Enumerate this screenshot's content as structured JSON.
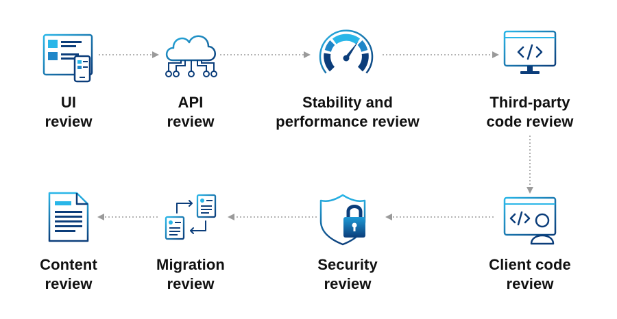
{
  "colors": {
    "icon_light": "#29b6e8",
    "icon_dark": "#0b3d7a",
    "arrow": "#9a9a9a",
    "text": "#111111",
    "background": "#ffffff"
  },
  "steps": [
    {
      "id": "ui",
      "icon": "ui-layout-icon",
      "line1": "UI",
      "line2": "review"
    },
    {
      "id": "api",
      "icon": "cloud-network-icon",
      "line1": "API",
      "line2": "review"
    },
    {
      "id": "stability",
      "icon": "speedometer-icon",
      "line1": "Stability and",
      "line2": "performance review"
    },
    {
      "id": "third-party",
      "icon": "code-monitor-icon",
      "line1": "Third-party",
      "line2": "code review"
    },
    {
      "id": "client-code",
      "icon": "code-user-icon",
      "line1": "Client code",
      "line2": "review"
    },
    {
      "id": "security",
      "icon": "shield-lock-icon",
      "line1": "Security",
      "line2": "review"
    },
    {
      "id": "migration",
      "icon": "document-transfer-icon",
      "line1": "Migration",
      "line2": "review"
    },
    {
      "id": "content",
      "icon": "document-icon",
      "line1": "Content",
      "line2": "review"
    }
  ],
  "flow": [
    [
      "ui",
      "api"
    ],
    [
      "api",
      "stability"
    ],
    [
      "stability",
      "third-party"
    ],
    [
      "third-party",
      "client-code"
    ],
    [
      "client-code",
      "security"
    ],
    [
      "security",
      "migration"
    ],
    [
      "migration",
      "content"
    ]
  ]
}
